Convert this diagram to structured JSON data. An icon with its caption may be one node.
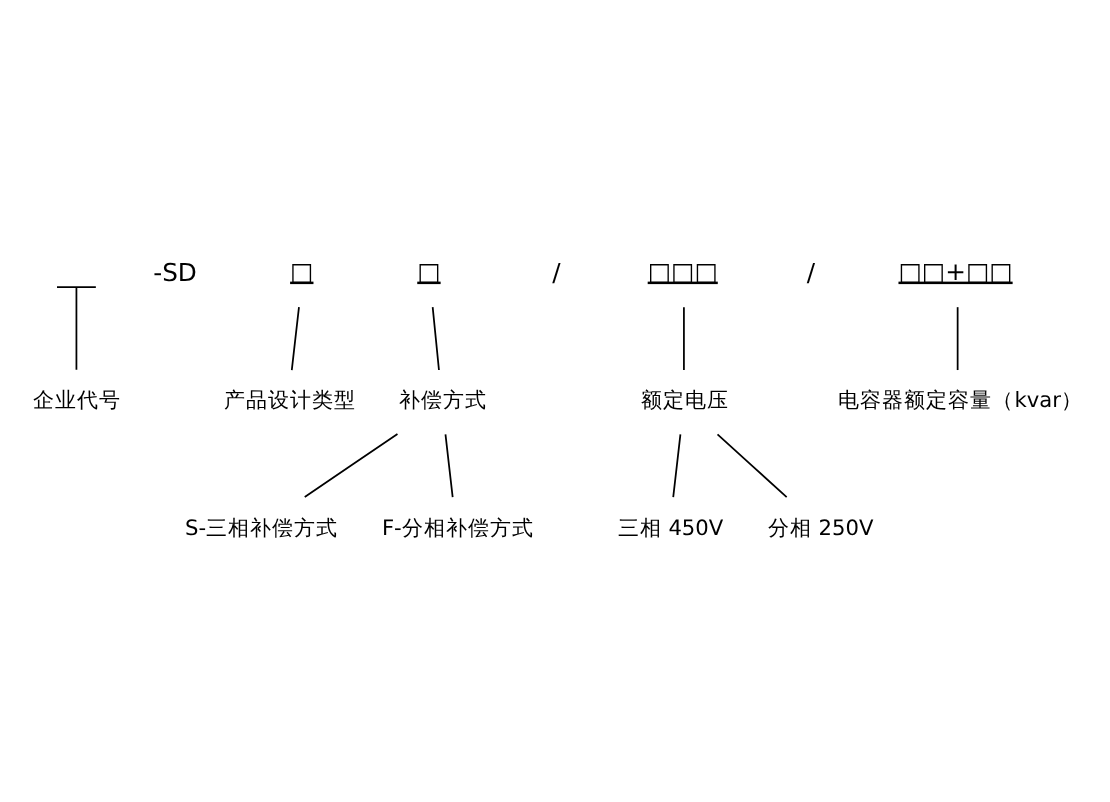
{
  "diagram": {
    "nodes": [
      {
        "text": [],
        "shape": "bar"
      },
      {
        "text": [
          "□"
        ]
      },
      {
        "text": [
          "□"
        ]
      },
      {
        "text": [
          "□□□"
        ]
      },
      {
        "text": [
          "□□+□□"
        ]
      },
      {
        "text": [
          "电容器额定容量（kvar）"
        ]
      },
      {
        "text": [
          "额定电压"
        ]
      },
      {
        "text": [
          "三相 450V"
        ]
      },
      {
        "text": [
          "分相 250V"
        ]
      },
      {
        "text": [
          "补偿方式"
        ]
      },
      {
        "text": [
          "S-三相补偿方式"
        ]
      },
      {
        "text": [
          "F-分相补偿方式"
        ]
      },
      {
        "text": [
          "产品设计类型"
        ]
      },
      {
        "text": [
          "企业代号"
        ]
      }
    ],
    "edges": [
      {
        "from": 4,
        "to": 5,
        "arrow": "none"
      },
      {
        "from": 3,
        "to": 6,
        "arrow": "none"
      },
      {
        "from": 6,
        "to": 7,
        "arrow": "none"
      },
      {
        "from": 6,
        "to": 8,
        "arrow": "none"
      },
      {
        "from": 2,
        "to": 9,
        "arrow": "none"
      },
      {
        "from": 9,
        "to": 10,
        "arrow": "none"
      },
      {
        "from": 9,
        "to": 11,
        "arrow": "none"
      },
      {
        "from": 1,
        "to": 12,
        "arrow": "none"
      },
      {
        "from": 0,
        "to": 13,
        "arrow": "none"
      }
    ],
    "labels": [
      "-SD",
      "/",
      "/"
    ]
  }
}
